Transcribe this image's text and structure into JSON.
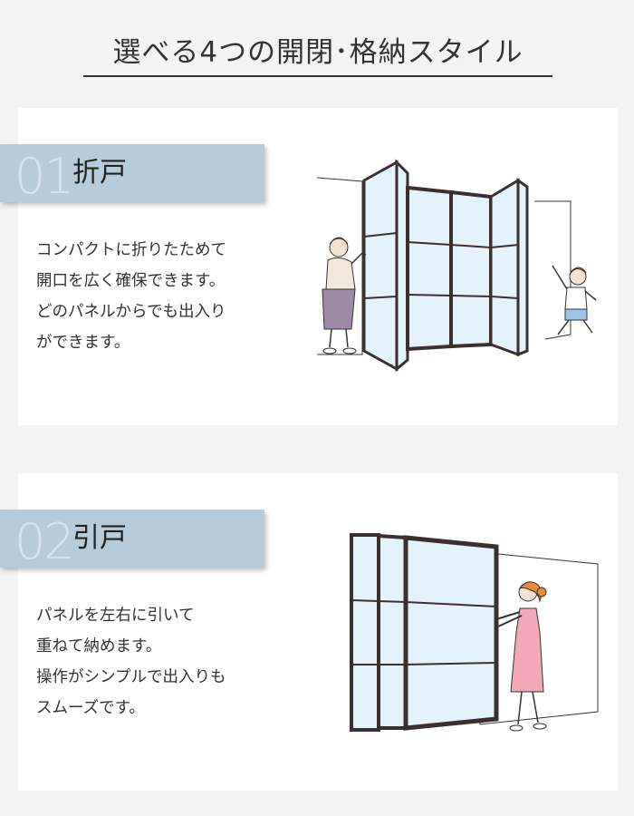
{
  "header": {
    "title": "選べる4つの開閉･格納スタイル"
  },
  "styles": [
    {
      "number": "01",
      "name": "折戸",
      "description_lines": [
        "コンパクトに折りたためて",
        "開口を広く確保できます。",
        "どのパネルからでも出入り",
        "ができます。"
      ]
    },
    {
      "number": "02",
      "name": "引戸",
      "description_lines": [
        "パネルを左右に引いて",
        "重ねて納めます。",
        "操作がシンプルで出入りも",
        "スムーズです。"
      ]
    }
  ],
  "colors": {
    "label_band": "#b7ccda",
    "number_text": "#d6e3ec",
    "frame": "#3b2f2f",
    "glass": "#e4f3fb",
    "apron": "#9f8aa8",
    "shorts": "#9fc4e8",
    "hair_child": "#e07a3a",
    "dress": "#f1a9b9",
    "hair_woman": "#e88a3a"
  },
  "icons": [
    "folding-door-illustration",
    "sliding-door-illustration"
  ]
}
